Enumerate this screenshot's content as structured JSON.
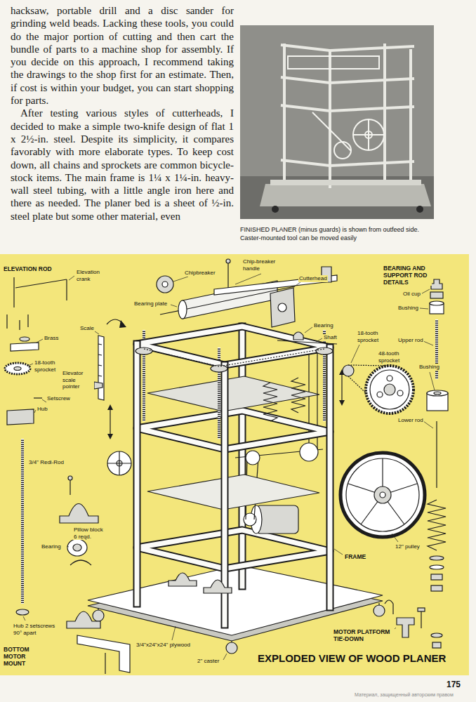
{
  "diagram": {
    "title": "EXPLODED VIEW OF WOOD PLANER",
    "caption": "FINISHED PLANER (minus guards) is shown from outfeed side. Caster-mounted tool can be moved easily",
    "labels": [
      "hacksaw, portable drill and a disc sander for grinding weld beads. Lacking these tools, you could do the major portion of cutting and then cart the bundle of parts to a machine shop for assembly. If you decide on this approach, I recommend taking the drawings to the shop first for an estimate. Then, if cost is within your budget, you can start shopping for parts.",
      "After testing various styles of cutterheads, I decided to make a simple two-knife design of flat 1 x 2½-in. steel. Despite its simplicity, it compares favorably with more elaborate types. To keep cost down, all chains and sprockets are common bicycle-stock items. The main frame is 1¼ x 1¼-in. heavy-wall steel tubing, with a little angle iron here and there as needed. The planer bed is a sheet of ½-in. steel plate but some other material, even",
      "ELEVATION ROD",
      "Elevation crank",
      "Chipbreaker",
      "Chip-breaker handle",
      "Cutterhead",
      "BEARING AND SUPPORT ROD DETAILS",
      "Oil cup",
      "Bushing",
      "Bearing plate",
      "Brass",
      "Scale",
      "Bearing",
      "Shaft",
      "18-tooth sprocket",
      "48-tooth sprocket",
      "Upper rod",
      "Bushing",
      "18-tooth sprocket",
      "Elevator scale pointer",
      "Setscrew",
      "Hub",
      "Lower rod",
      "3/4\" Redi-Rod",
      "Pillow block 6 reqd.",
      "Bearing",
      "12\" pulley",
      "FRAME",
      "Hub 2 setscrews 90° apart",
      "BOTTOM MOTOR MOUNT",
      "MOTOR PLATFORM TIE-DOWN",
      "3/4\"x24\"x24\" plywood",
      "2\" caster",
      "175",
      "Материал, защищенный авторским правом"
    ]
  }
}
